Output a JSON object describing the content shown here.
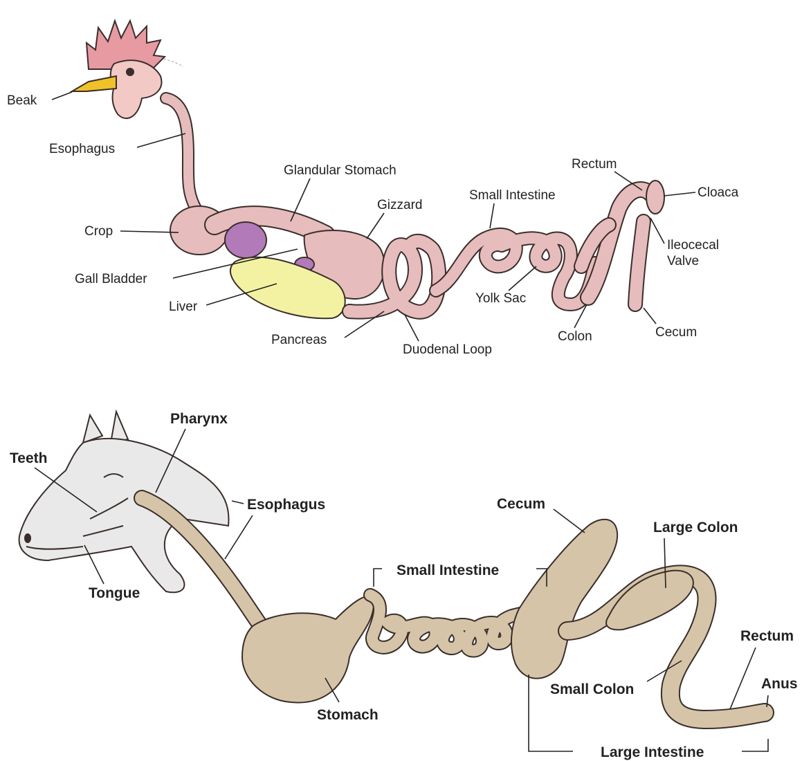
{
  "chicken": {
    "labels": {
      "beak": "Beak",
      "esophagus": "Esophagus",
      "glandular_stomach": "Glandular Stomach",
      "gizzard": "Gizzard",
      "small_intestine": "Small Intestine",
      "rectum": "Rectum",
      "cloaca": "Cloaca",
      "crop": "Crop",
      "gall_bladder": "Gall Bladder",
      "liver": "Liver",
      "ileocecal_line1": "Ileocecal",
      "ileocecal_line2": "Valve",
      "yolk_sac": "Yolk Sac",
      "pancreas": "Pancreas",
      "duodenal_loop": "Duodenal Loop",
      "colon": "Colon",
      "cecum": "Cecum"
    },
    "colors": {
      "organ": "#e6bcbd",
      "liver": "#f3f2a3",
      "gall_bladder": "#b27ab8",
      "beak": "#f0c22a",
      "comb": "#e89aa3"
    }
  },
  "horse": {
    "labels": {
      "pharynx": "Pharynx",
      "teeth": "Teeth",
      "esophagus": "Esophagus",
      "tongue": "Tongue",
      "cecum": "Cecum",
      "large_colon": "Large Colon",
      "small_intestine": "Small Intestine",
      "rectum": "Rectum",
      "anus": "Anus",
      "small_colon": "Small Colon",
      "stomach": "Stomach",
      "large_intestine": "Large Intestine"
    },
    "colors": {
      "organ": "#d5c4a8",
      "head": "#e9e9e9"
    }
  }
}
